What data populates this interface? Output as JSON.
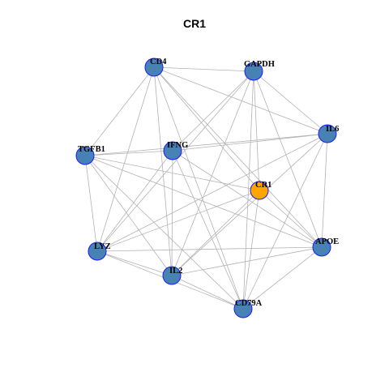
{
  "title": "CR1",
  "colors": {
    "node_default": "#4682b4",
    "node_focus": "#ffa500",
    "node_border": "#1a1aff",
    "edge": "#b3b3b3"
  },
  "network": {
    "focus": "CR1",
    "nodes": [
      "CD4",
      "GAPDH",
      "IL6",
      "IFNG",
      "TGFB1",
      "CR1",
      "APOE",
      "LYZ",
      "IL2",
      "CD79A"
    ],
    "edges": [
      [
        "CD4",
        "GAPDH"
      ],
      [
        "CD4",
        "IL6"
      ],
      [
        "CD4",
        "TGFB1"
      ],
      [
        "CD4",
        "CR1"
      ],
      [
        "CD4",
        "APOE"
      ],
      [
        "CD4",
        "LYZ"
      ],
      [
        "CD4",
        "IL2"
      ],
      [
        "CD4",
        "CD79A"
      ],
      [
        "GAPDH",
        "IL6"
      ],
      [
        "GAPDH",
        "IFNG"
      ],
      [
        "GAPDH",
        "CR1"
      ],
      [
        "GAPDH",
        "APOE"
      ],
      [
        "GAPDH",
        "LYZ"
      ],
      [
        "GAPDH",
        "IL2"
      ],
      [
        "GAPDH",
        "CD79A"
      ],
      [
        "IL6",
        "TGFB1"
      ],
      [
        "IL6",
        "IFNG"
      ],
      [
        "IL6",
        "APOE"
      ],
      [
        "IL6",
        "LYZ"
      ],
      [
        "IL6",
        "IL2"
      ],
      [
        "IL6",
        "CD79A"
      ],
      [
        "IFNG",
        "TGFB1"
      ],
      [
        "IFNG",
        "LYZ"
      ],
      [
        "IFNG",
        "IL2"
      ],
      [
        "IFNG",
        "CD79A"
      ],
      [
        "IFNG",
        "APOE"
      ],
      [
        "TGFB1",
        "CR1"
      ],
      [
        "TGFB1",
        "LYZ"
      ],
      [
        "TGFB1",
        "IL2"
      ],
      [
        "TGFB1",
        "CD79A"
      ],
      [
        "TGFB1",
        "APOE"
      ],
      [
        "CR1",
        "LYZ"
      ],
      [
        "CR1",
        "IL2"
      ],
      [
        "CR1",
        "CD79A"
      ],
      [
        "CR1",
        "APOE"
      ],
      [
        "LYZ",
        "APOE"
      ],
      [
        "LYZ",
        "CD79A"
      ],
      [
        "LYZ",
        "IL2"
      ],
      [
        "IL2",
        "APOE"
      ],
      [
        "IL2",
        "CD79A"
      ],
      [
        "APOE",
        "CD79A"
      ]
    ]
  }
}
